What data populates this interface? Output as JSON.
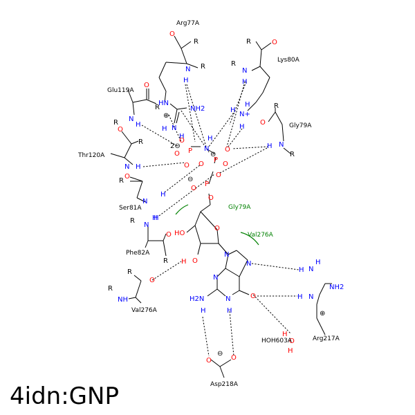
{
  "title": "4idn:GNP",
  "residues": {
    "arg77": "Arg77A",
    "lys80": "Lys80A",
    "glu119": "Glu119A",
    "gly79": "Gly79A",
    "thr120": "Thr120A",
    "ser81": "Ser81A",
    "phe82": "Phe82A",
    "val276": "Val276A",
    "arg217": "Arg217A",
    "hoh603": "HOH603A",
    "asp218": "Asp218A"
  },
  "hydrophobic": {
    "gly79": "Gly79A",
    "val276": "Val276A"
  },
  "atoms": {
    "R": "R",
    "O": "O",
    "N": "N",
    "H": "H",
    "P": "P",
    "HO": "HO",
    "NH": "NH",
    "NH2": "NH2",
    "HN": "HN",
    "H2N": "H2N",
    "NHplus": "N+",
    "charge2minus": "2⊖",
    "minus": "⊖",
    "plus": "⊕"
  },
  "colors": {
    "carbon": "#000000",
    "oxygen": "#ff0000",
    "nitrogen": "#0000ff",
    "phosphorus": "#ff0000",
    "hydrophobic": "#008000"
  }
}
